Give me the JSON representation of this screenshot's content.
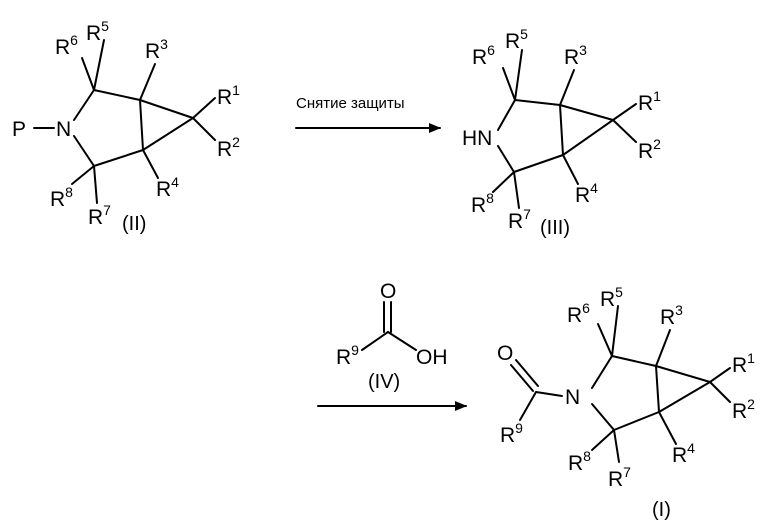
{
  "reaction_condition": "Снятие защиты",
  "compounds": {
    "II": {
      "label": "(II)",
      "protecting_group": "P",
      "nitrogen": "N",
      "substituents": {
        "R1": "1",
        "R2": "2",
        "R3": "3",
        "R4": "4",
        "R5": "5",
        "R6": "6",
        "R7": "7",
        "R8": "8"
      }
    },
    "III": {
      "label": "(III)",
      "nitrogen": "HN",
      "substituents": {
        "R1": "1",
        "R2": "2",
        "R3": "3",
        "R4": "4",
        "R5": "5",
        "R6": "6",
        "R7": "7",
        "R8": "8"
      }
    },
    "IV": {
      "label": "(IV)",
      "carbonyl_oxygen": "O",
      "hydroxyl": "OH",
      "r9": "9"
    },
    "I": {
      "label": "(I)",
      "carbonyl_oxygen": "O",
      "nitrogen": "N",
      "r9": "9",
      "substituents": {
        "R1": "1",
        "R2": "2",
        "R3": "3",
        "R4": "4",
        "R5": "5",
        "R6": "6",
        "R7": "7",
        "R8": "8"
      }
    }
  },
  "r_letter": "R"
}
